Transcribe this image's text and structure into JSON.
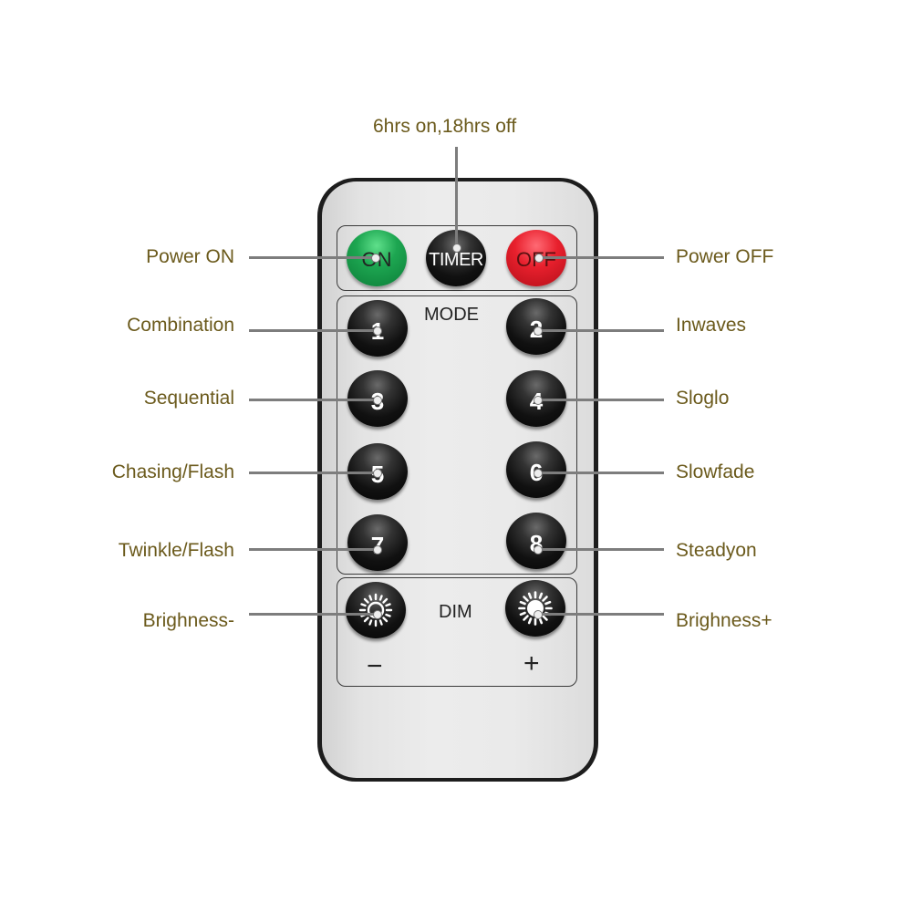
{
  "remote": {
    "buttons": {
      "on": "ON",
      "timer": "TIMER",
      "off": "OFF",
      "mode_label": "MODE",
      "dim_label": "DIM",
      "mode_1": "1",
      "mode_2": "2",
      "mode_3": "3",
      "mode_4": "4",
      "mode_5": "5",
      "mode_6": "6",
      "mode_7": "7",
      "mode_8": "8",
      "minus": "−",
      "plus": "+"
    },
    "icons": {
      "brightness_down": "sun-outline-icon",
      "brightness_up": "sun-filled-icon"
    }
  },
  "callouts": {
    "timer": "6hrs on,18hrs off",
    "power_on": "Power ON",
    "power_off": "Power OFF",
    "mode_1": "Combination",
    "mode_2": "Inwaves",
    "mode_3": "Sequential",
    "mode_4": "Sloglo",
    "mode_5": "Chasing/Flash",
    "mode_6": "Slowfade",
    "mode_7": "Twinkle/Flash",
    "mode_8": "Steadyon",
    "brightness_down": "Brighness-",
    "brightness_up": "Brighness+"
  },
  "colors": {
    "label_text": "#6b5a1c",
    "leader_line": "#7d7d7d",
    "on_button": "#1da651",
    "off_button": "#e8202d",
    "remote_body": "#e6e6e6"
  }
}
